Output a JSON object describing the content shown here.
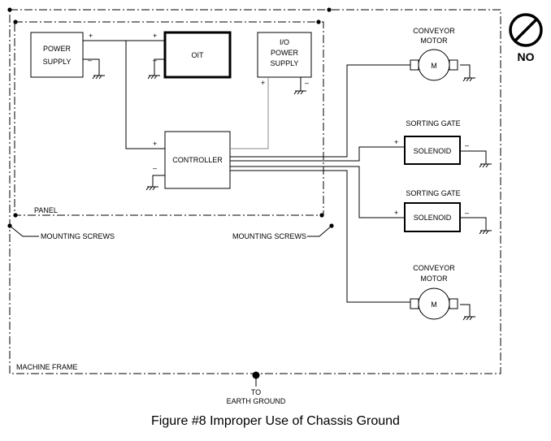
{
  "power_supply": {
    "line1": "POWER",
    "line2": "SUPPLY",
    "plus": "+",
    "minus": "–"
  },
  "oit": {
    "label": "OIT",
    "plus": "+",
    "minus": "–"
  },
  "io_power_supply": {
    "line1": "I/O",
    "line2": "POWER",
    "line3": "SUPPLY",
    "plus": "+",
    "minus": "–"
  },
  "controller": {
    "label": "CONTROLLER",
    "plus": "+",
    "minus": "–"
  },
  "conveyor_motor_1": {
    "line1": "CONVEYOR",
    "line2": "MOTOR",
    "symbol": "M"
  },
  "sorting_gate_1": {
    "title": "SORTING GATE",
    "label": "SOLENOID",
    "plus": "+",
    "minus": "–"
  },
  "sorting_gate_2": {
    "title": "SORTING GATE",
    "label": "SOLENOID",
    "plus": "+",
    "minus": "–"
  },
  "conveyor_motor_2": {
    "line1": "CONVEYOR",
    "line2": "MOTOR",
    "symbol": "M"
  },
  "panel_label": "PANEL",
  "mounting_screws_left": "MOUNTING SCREWS",
  "mounting_screws_right": "MOUNTING SCREWS",
  "machine_frame_label": "MACHINE FRAME",
  "earth_ground": {
    "line1": "TO",
    "line2": "EARTH GROUND"
  },
  "no_badge": "NO",
  "caption": "Figure #8  Improper Use of Chassis Ground"
}
